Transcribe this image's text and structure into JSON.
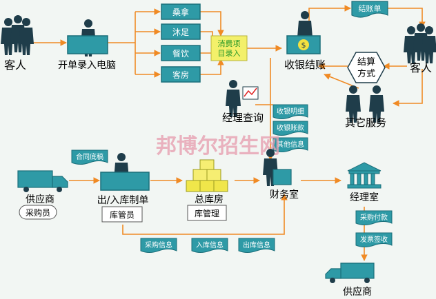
{
  "nodes": {
    "guest_left": "客人",
    "open_order": "开单录入电脑",
    "sauna": "桑拿",
    "foot_bath": "沐足",
    "dining": "餐饮",
    "rooms": "客房",
    "consumption_entry_line1": "消费项",
    "consumption_entry_line2": "目录入",
    "bill": "结账单",
    "cashier": "收银结账",
    "payment_method_line1": "结算",
    "payment_method_line2": "方式",
    "guest_right": "客人",
    "manager_query": "经理查询",
    "other_services": "其它服务",
    "cash_detail": "收银明细",
    "cash_account": "收银账款",
    "other_info": "其他信息",
    "contract": "合同底稿",
    "supplier_left": "供应商",
    "purchaser": "采购员",
    "in_out_order": "出/入库制单",
    "warehouse_keeper": "库管员",
    "main_warehouse": "总库房",
    "warehouse_mgmt": "库管理",
    "finance": "财务室",
    "manager_office": "经理室",
    "purchase_payment": "采购付款",
    "invoice_sign": "发票签收",
    "supplier_bottom": "供应商",
    "purchase_info": "采购信息",
    "inbound_info": "入库信息",
    "outbound_info": "出库信息"
  },
  "watermark": "邦博尔招生网",
  "colors": {
    "arrow": "#f08a24",
    "box_fill": "#2e9aa6",
    "box_dark": "#1b6f7a",
    "box_text": "#ffffff",
    "highlight_box": "#f3f06a",
    "highlight_text": "#2a9a2a",
    "person": "#1f3d4a",
    "label": "#000000",
    "watermark": "#e6a0b0"
  }
}
